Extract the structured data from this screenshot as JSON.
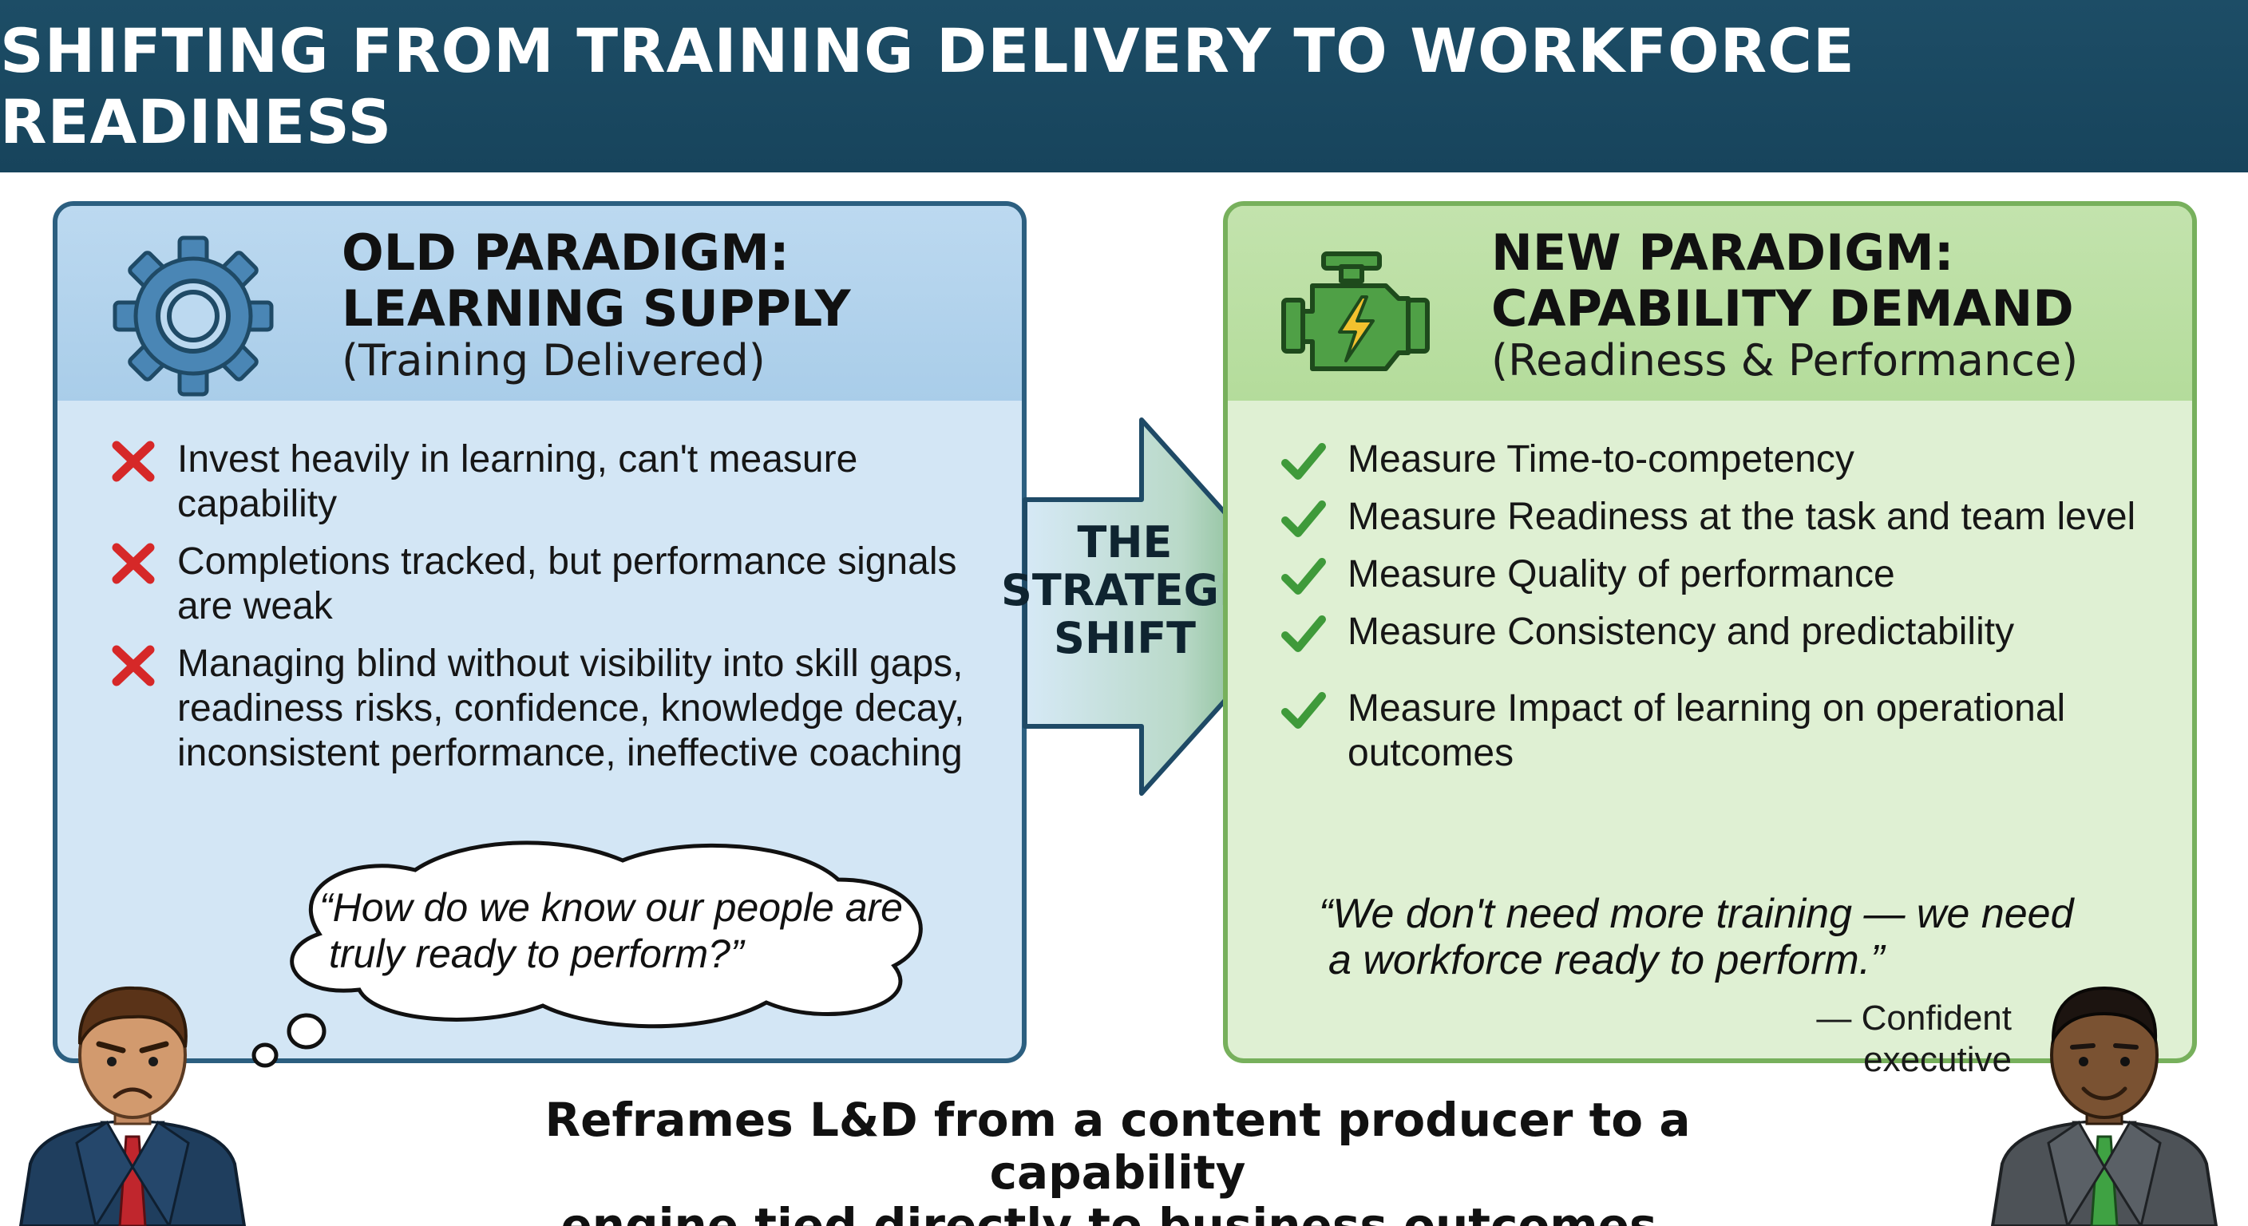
{
  "header": {
    "title": "SHIFTING FROM TRAINING DELIVERY TO WORKFORCE READINESS"
  },
  "old_paradigm": {
    "title_line1": "OLD PARADIGM:",
    "title_line2": "LEARNING SUPPLY",
    "subtitle": "(Training Delivered)",
    "icon": "gear-icon",
    "items": [
      "Invest heavily in learning, can't measure capability",
      "Completions tracked, but performance signals are weak",
      "Managing blind without visibility into skill gaps, readiness risks, confidence, knowledge decay, inconsistent performance, ineffective coaching"
    ],
    "thought_line1": "“How do we know our people are",
    "thought_line2": "truly ready to perform?”"
  },
  "shift": {
    "line1": "THE",
    "line2": "STRATEGIC",
    "line3": "SHIFT"
  },
  "new_paradigm": {
    "title_line1": "NEW PARADIGM:",
    "title_line2": "CAPABILITY DEMAND",
    "subtitle": "(Readiness & Performance)",
    "icon": "engine-icon",
    "items": [
      "Measure Time-to-competency",
      "Measure Readiness at the task and team level",
      "Measure Quality of performance",
      "Measure Consistency and predictability",
      "Measure Impact of learning on operational outcomes"
    ],
    "quote_line1": "“We don't need more training — we need",
    "quote_line2": "a workforce ready to perform.”",
    "attribution": "— Confident executive"
  },
  "footer": {
    "line1": "Reframes L&D from a content producer to a capability",
    "line2": "engine tied directly to business outcomes."
  },
  "colors": {
    "banner": "#1d4d66",
    "old_border": "#2c5f80",
    "old_fill": "#d3e6f5",
    "new_border": "#77b05c",
    "new_fill": "#dff0d3",
    "cross": "#d62828",
    "check": "#3f9a3a"
  }
}
